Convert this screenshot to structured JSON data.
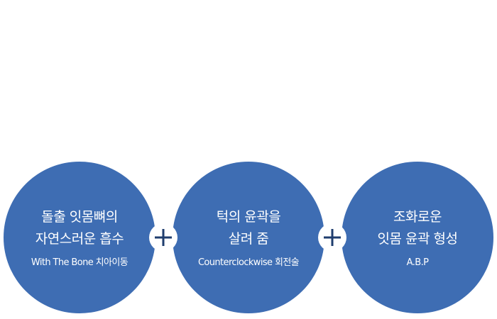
{
  "items": [
    {
      "title_line1": "돌출 잇몸뼈의",
      "title_line2": "자연스러운 흡수",
      "subtitle": "With The Bone 치아이동"
    },
    {
      "title_line1": "턱의 윤곽을",
      "title_line2": "살려 줌",
      "subtitle": "Counterclockwise 회전술"
    },
    {
      "title_line1": "조화로운",
      "title_line2": "잇몸 윤곽 형성",
      "subtitle": "A.B.P"
    }
  ],
  "colors": {
    "circle": "#3e6db3",
    "plus": "#1f3d6e",
    "background": "#ffffff"
  },
  "icons": {
    "operator": "plus-icon"
  }
}
